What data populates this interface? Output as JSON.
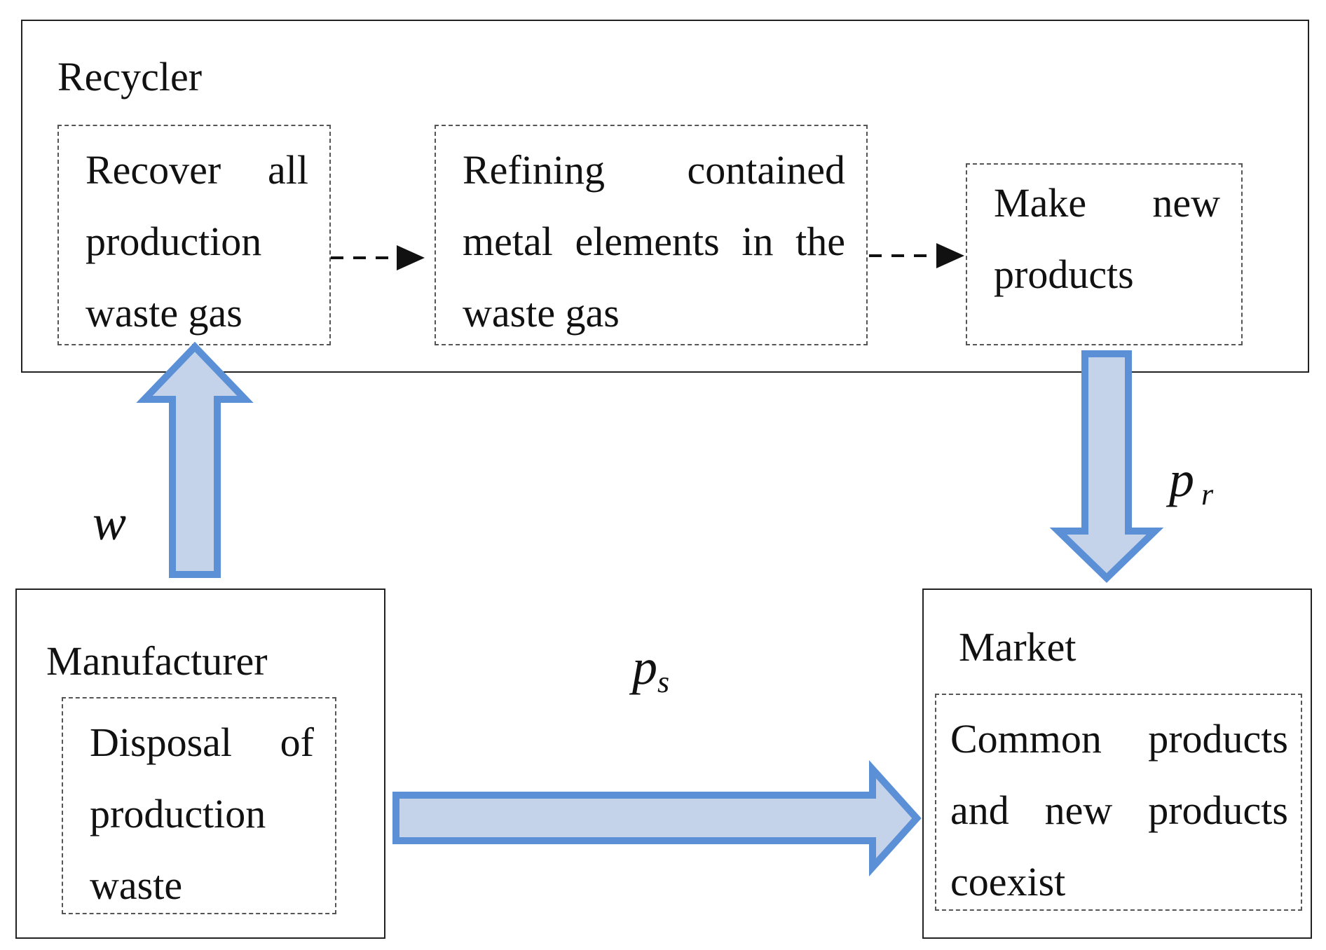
{
  "recycler": {
    "title": "Recycler",
    "steps": [
      {
        "text": "Recover all production waste gas"
      },
      {
        "text": "Refining contained metal elements in the waste gas"
      },
      {
        "text": "Make new products"
      }
    ]
  },
  "manufacturer": {
    "title": "Manufacturer",
    "activity": "Disposal of production waste"
  },
  "market": {
    "title": "Market",
    "activity": "Common products and new products coexist"
  },
  "flows": {
    "w": {
      "base": "w"
    },
    "ps": {
      "base": "p",
      "sub": "s"
    },
    "pr": {
      "base": "p",
      "sub": "r"
    }
  },
  "colors": {
    "arrow_fill": "#c4d3e9",
    "arrow_stroke": "#5b8fd6",
    "box_border": "#222222",
    "dashed_border": "#555555"
  }
}
